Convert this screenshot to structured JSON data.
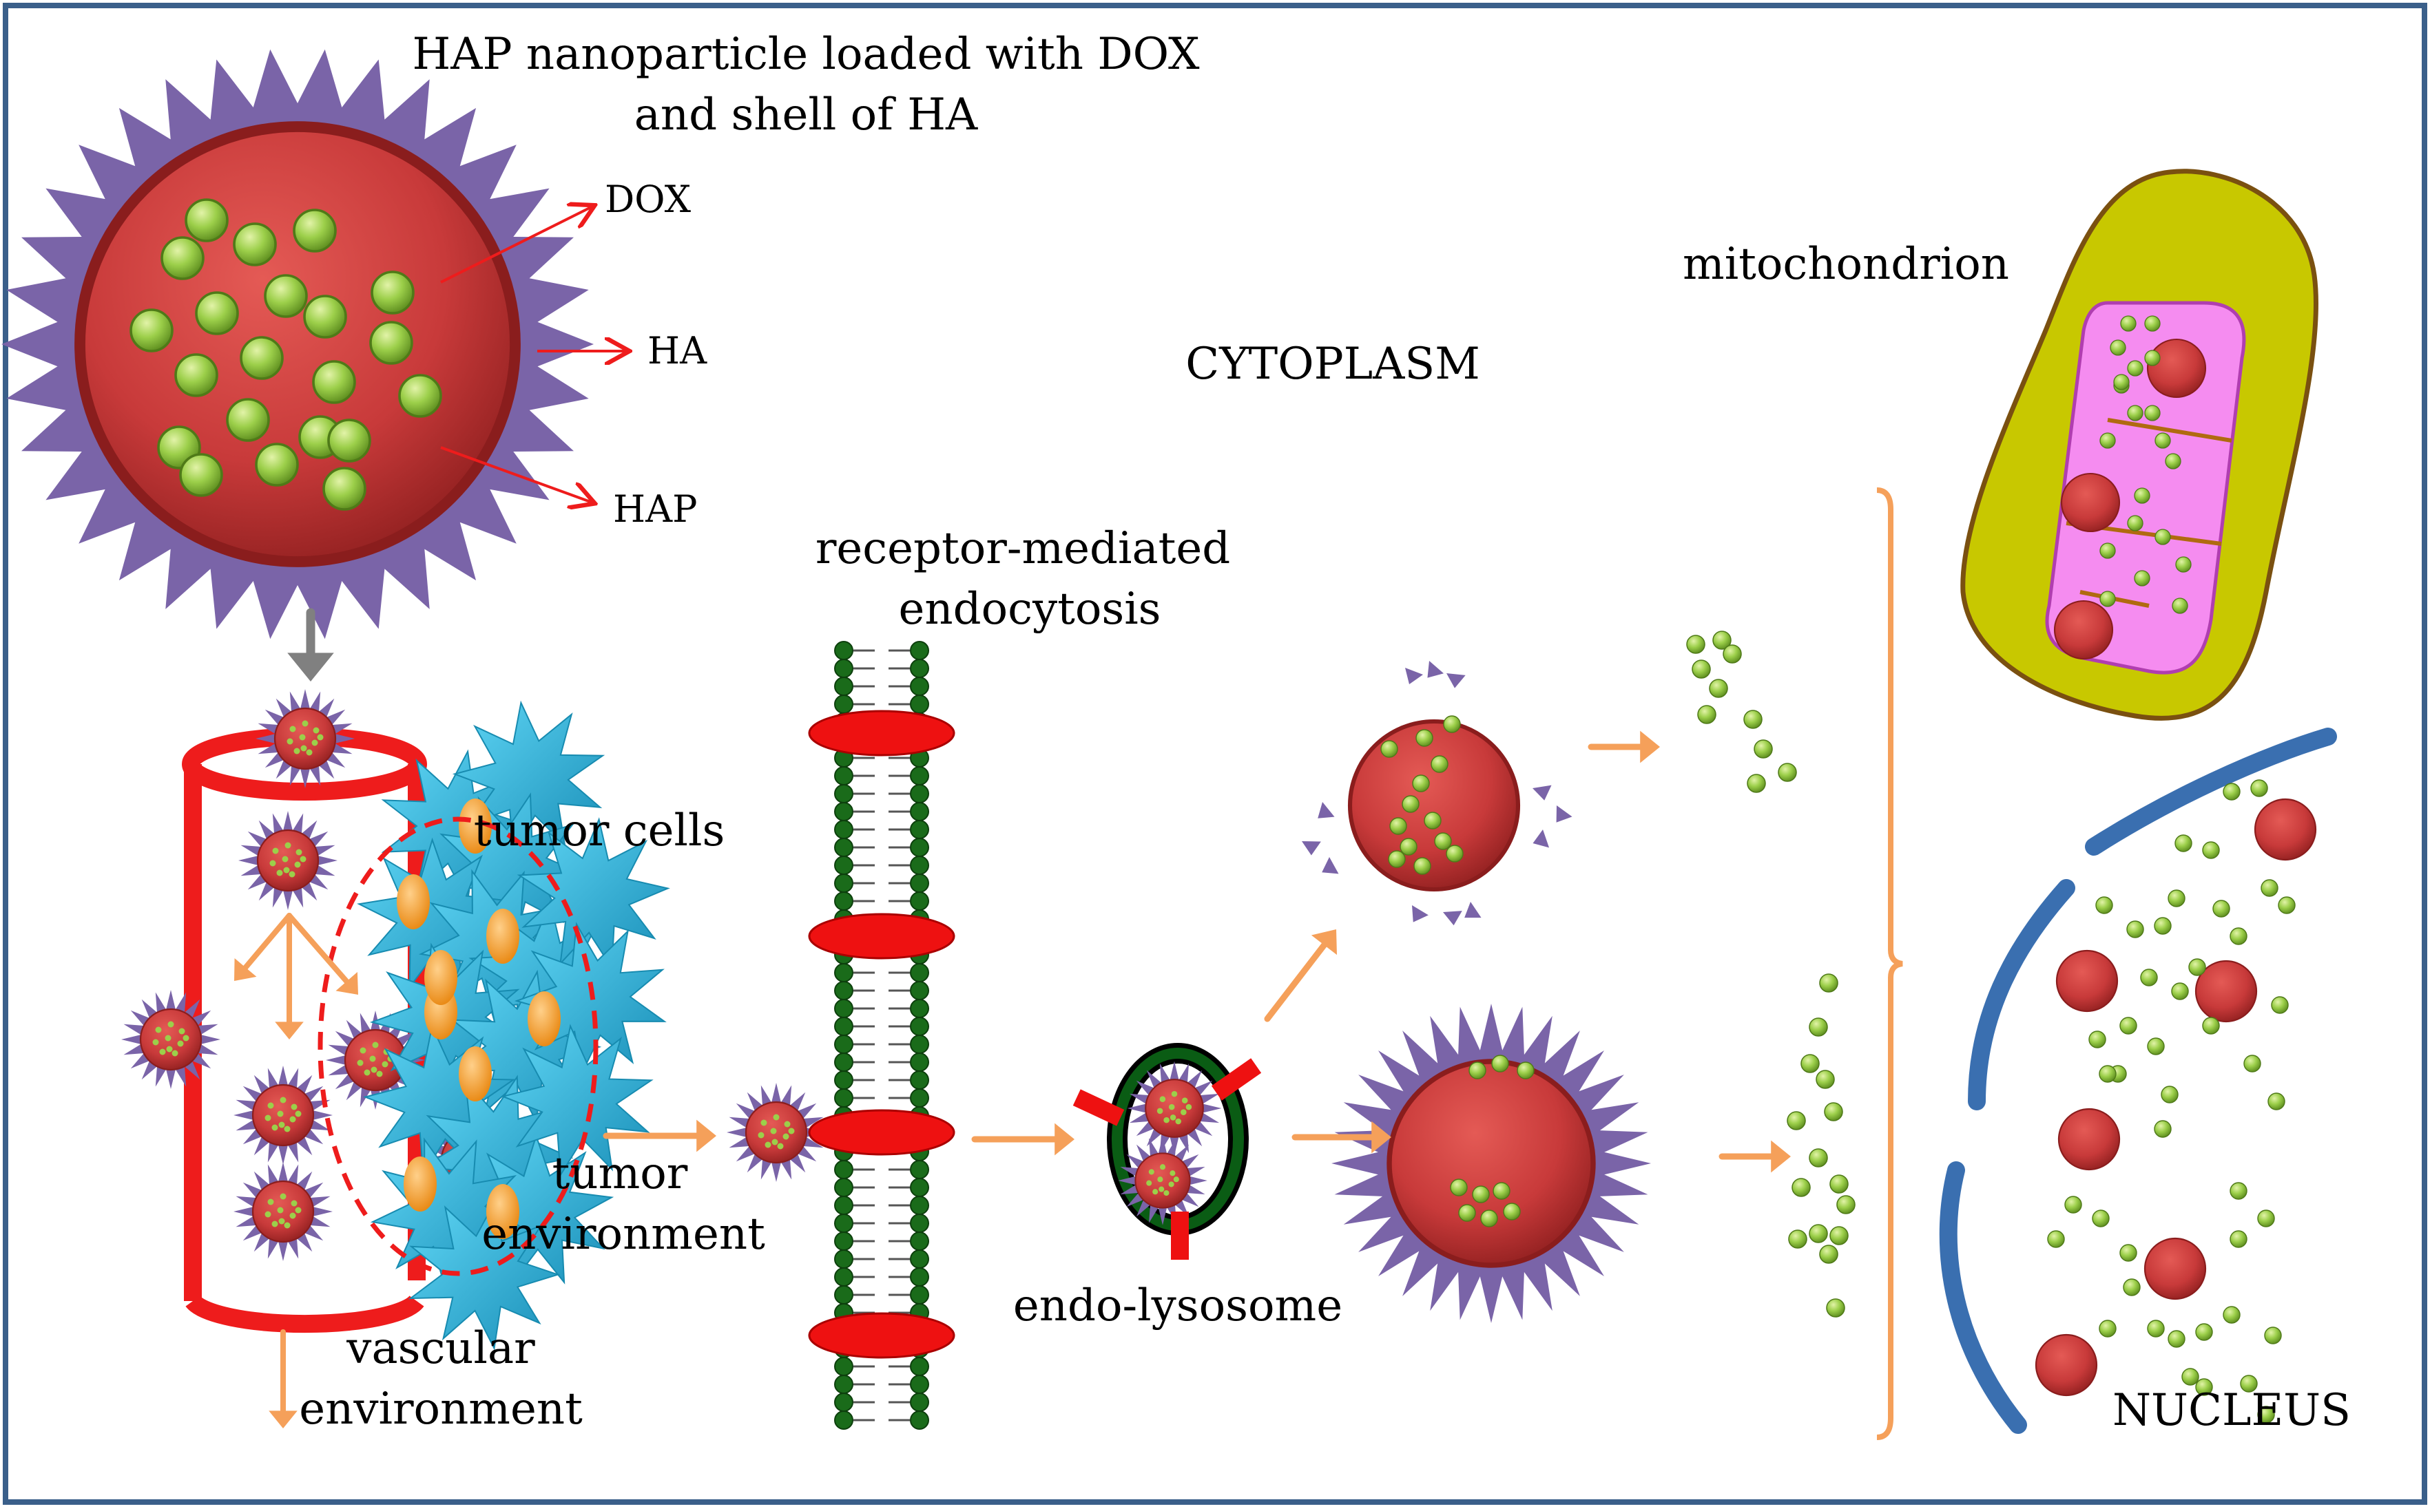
{
  "title": {
    "line1": "HAP nanoparticle loaded with DOX",
    "line2": "and shell of HA"
  },
  "particle_labels": {
    "dox": "DOX",
    "ha": "HA",
    "hap": "HAP"
  },
  "regions": {
    "cytoplasm": "CYTOPLASM",
    "mitochondrion": "mitochondrion",
    "nucleus": "NUCLEUS"
  },
  "process_labels": {
    "receptor_line1": "receptor-mediated",
    "receptor_line2": "endocytosis",
    "tumor_cells": "tumor cells",
    "tumor_env_line1": "tumor",
    "tumor_env_line2": "environment",
    "vascular_line1": "vascular",
    "vascular_line2": "environment",
    "endo_lysosome": "endo-lysosome"
  },
  "colors": {
    "frame": "#3a5f8a",
    "hap_core": "#c83a3a",
    "dox": "#8dc63f",
    "ha_spikes": "#7a64a8",
    "vessel": "#ee1c1c",
    "tumor_cell": "#2ab0d8",
    "tumor_nucleus": "#f39c30",
    "arrow_orange": "#f5a05a",
    "arrow_red": "#ee1c1c",
    "arrow_grey": "#808080",
    "membrane_head": "#1a6b1a",
    "receptor": "#ee1111",
    "lysosome_ring": "#0a5c14",
    "mito_outer": "#c8c800",
    "mito_inner": "#f58cf0",
    "nuclear_envelope": "#3a6fb0"
  }
}
